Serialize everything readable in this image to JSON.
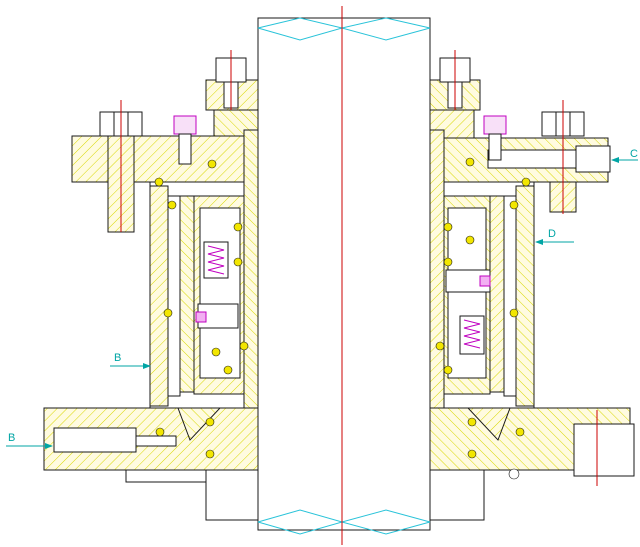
{
  "drawing": {
    "port_labels": {
      "b_upper": "B",
      "b_lower": "B",
      "c_right": "C",
      "d_right": "D"
    },
    "colors": {
      "background": "#ffffff",
      "outline": "#1a1a1a",
      "hatch": "#d8d800",
      "centerline": "#cc0000",
      "seal_ring": "#f2e600",
      "flow_arrow": "#00a5a5",
      "spring": "#c000c0",
      "shaft_edge": "#29c3d9"
    },
    "icons": [
      "hex-bolt-icon",
      "socket-screw-icon",
      "compression-spring-icon",
      "o-ring-icon"
    ]
  }
}
